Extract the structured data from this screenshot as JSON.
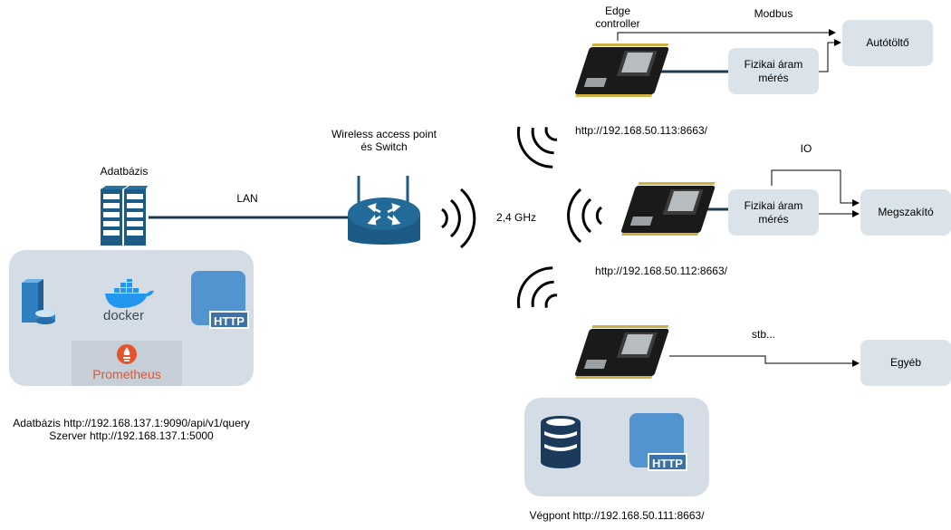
{
  "labels": {
    "adatbazis": "Adatbázis",
    "lan": "LAN",
    "wap_line1": "Wireless access point",
    "wap_line2": "és Switch",
    "freq": "2,4 GHz",
    "edge_line1": "Edge",
    "edge_line2": "controller",
    "modbus": "Modbus",
    "io": "IO",
    "stb": "stb...",
    "ip_113": "http://192.168.50.113:8663/",
    "ip_112": "http://192.168.50.112:8663/",
    "server_line1": "Adatbázis http://192.168.137.1:9090/api/v1/query",
    "server_line2": "Szerver http://192.168.137.1:5000",
    "vegpont": "Végpont http://192.168.50.111:8663/"
  },
  "boxes": {
    "fizikai1_line1": "Fizikai áram",
    "fizikai1_line2": "mérés",
    "fizikai2_line1": "Fizikai áram",
    "fizikai2_line2": "mérés",
    "autotolto": "Autótöltő",
    "megszakito": "Megszakító",
    "egyeb": "Egyéb"
  },
  "logos": {
    "docker": "docker",
    "prometheus": "Prometheus",
    "http1": "HTTP",
    "http2": "HTTP"
  },
  "colors": {
    "box_fill": "#dae3ea",
    "panel_fill": "#d4dde6",
    "router_blue": "#1b5b86",
    "docker_blue": "#2396ed",
    "prometheus_orange": "#e6522c",
    "http_blue": "#5294cf",
    "db_navy": "#1b3a5c"
  },
  "icons": [
    "server-rack-icon",
    "router-icon",
    "wifi-signal-icon",
    "esp8266-board-icon",
    "database-icon",
    "http-logo-icon",
    "docker-logo-icon",
    "prometheus-logo-icon"
  ]
}
